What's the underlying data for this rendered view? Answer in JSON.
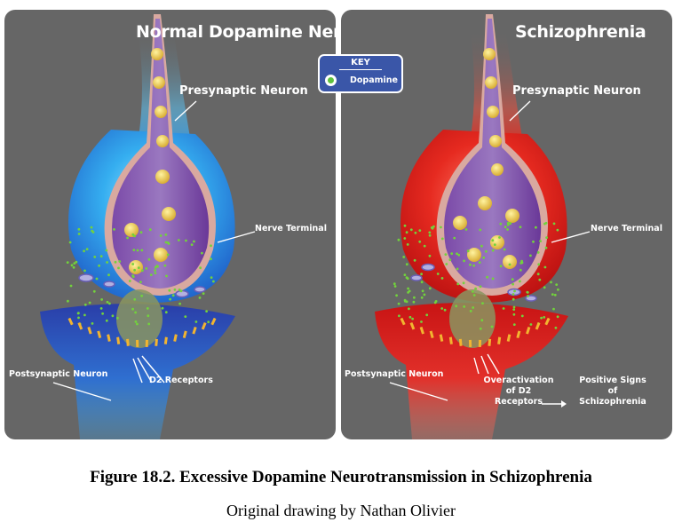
{
  "figure": {
    "left_panel": {
      "title": "Normal Dopamine Nerve",
      "labels": {
        "presynaptic": "Presynaptic Neuron",
        "terminal": "Nerve Terminal",
        "postsynaptic": "Postsynaptic Neuron",
        "receptors": "D2 Receptors"
      }
    },
    "right_panel": {
      "title": "Schizophrenia",
      "labels": {
        "presynaptic": "Presynaptic Neuron",
        "terminal": "Nerve Terminal",
        "postsynaptic": "Postsynaptic Neuron",
        "overactivation": [
          "Overactivation",
          "of D2",
          "Receptors"
        ],
        "arrow": "→",
        "positive_signs": [
          "Positive Signs",
          "of",
          "Schizophrenia"
        ]
      }
    },
    "key": {
      "title": "KEY",
      "item": "Dopamine",
      "item_color": "#5ec23e"
    }
  },
  "caption": {
    "title": "Figure 18.2. Excessive Dopamine Neurotransmission in Schizophrenia",
    "credit": "Original drawing by Nathan Olivier"
  },
  "colors": {
    "panel_bg": "#666666",
    "normal_neuron": "#2a7fd0",
    "normal_postsynaptic": "#2240a8",
    "schizophrenia_neuron": "#d81818",
    "axon_interior": "#7a3aa0",
    "vesicle": "#e8c440",
    "dopamine_dot": "#72d23c",
    "receptor": "#f2b430"
  }
}
